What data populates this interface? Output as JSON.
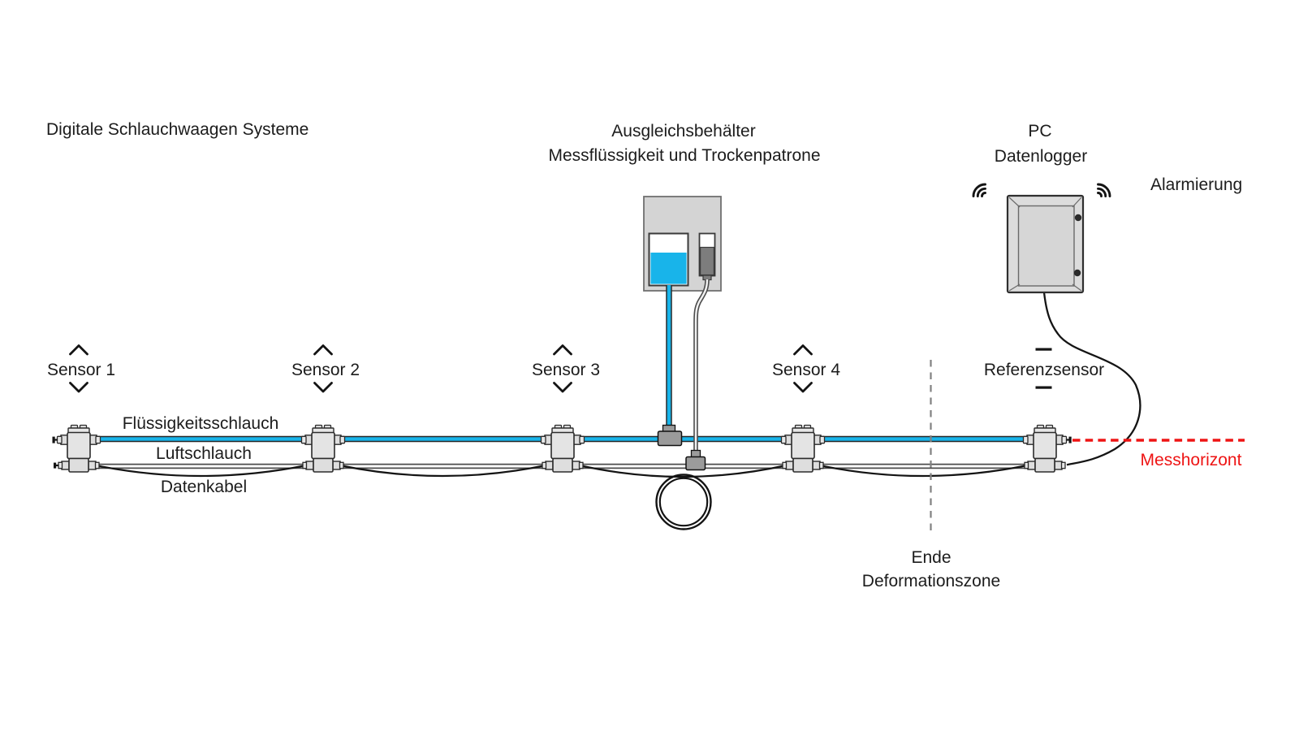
{
  "title": "Digitale Schlauchwaagen Systeme",
  "reservoir": {
    "label_line1": "Ausgleichsbehälter",
    "label_line2": "Messflüssigkeit und Trockenpatrone"
  },
  "datalogger": {
    "label_line1": "PC",
    "label_line2": "Datenlogger",
    "alarm_label": "Alarmierung"
  },
  "sensors": {
    "sensor1": "Sensor 1",
    "sensor2": "Sensor 2",
    "sensor3": "Sensor 3",
    "sensor4": "Sensor 4",
    "reference": "Referenzsensor"
  },
  "lines": {
    "liquid_hose": "Flüssigkeitsschlauch",
    "air_hose": "Luftschlauch",
    "data_cable": "Datenkabel"
  },
  "deformation_zone": {
    "label_line1": "Ende",
    "label_line2": "Deformationszone"
  },
  "measuring_horizon": "Messhorizont",
  "colors": {
    "liquid_blue": "#18b4ea",
    "horizon_red": "#ee1414",
    "device_gray": "#e4e4e4",
    "panel_gray": "#d4d4d4",
    "connector_gray": "#9b9b9b",
    "cartridge_gray": "#7d7d7d",
    "dashed_gray": "#818181",
    "text": "#1c1c1c"
  },
  "icons": {
    "sensor_movement_up": "chevron-up",
    "sensor_movement_down": "chevron-down",
    "reference_fixed_marks": "dash",
    "datalogger_signal_left": "wifi-waves",
    "datalogger_signal_right": "wifi-waves"
  }
}
